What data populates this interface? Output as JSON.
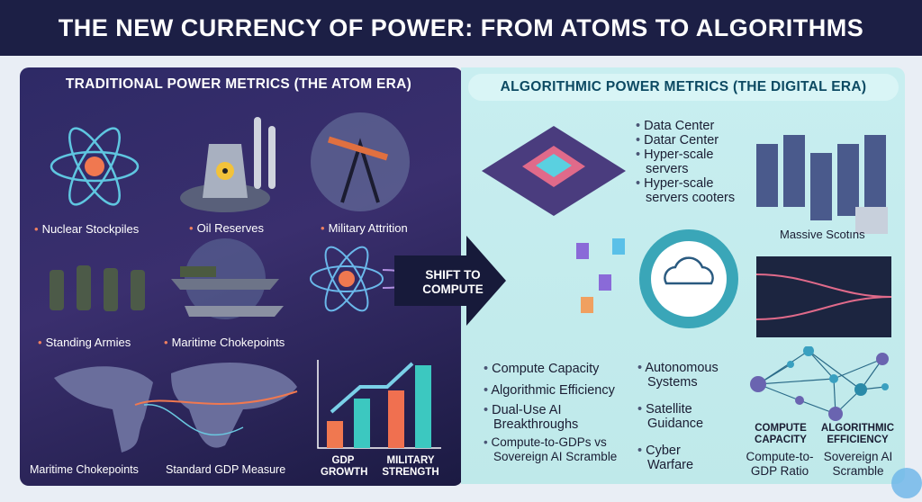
{
  "header": {
    "title": "THE NEW CURRENCY OF POWER: FROM ATOMS TO ALGORITHMS"
  },
  "left": {
    "heading": "TRADITIONAL POWER METRICS (THE ATOM ERA)",
    "items": [
      "Nuclear Stockpiles",
      "Oil Reserves",
      "Military Attrition",
      "Standing Armies",
      "Maritime Chokepoints"
    ],
    "map_labels": [
      "Maritime Chokepoints",
      "Standard GDP Measure"
    ],
    "chart_labels": [
      "GDP GROWTH",
      "MILITARY STRENGTH"
    ]
  },
  "arrow": {
    "label": "SHIFT TO COMPUTE"
  },
  "right": {
    "heading": "ALGORITHMIC POWER METRICS (THE DIGITAL ERA)",
    "top_bullets": [
      "Data Center",
      "Datar Center",
      "Hyper-scale servers",
      "Hyper-scale servers cooters"
    ],
    "servers_label": "Massive Scotıns",
    "bullets_col1": [
      "Compute Capacity",
      "Algorithmic Efficiency",
      "Dual-Use AI Breakthroughs",
      "Compute-to-GDPs vs Sovereign AI Scramble"
    ],
    "bullets_col2": [
      "Autonomous Systems",
      "Satellite Guidance",
      "Cyber Warfare"
    ],
    "network_captions": [
      {
        "title": "COMPUTE CAPACITY",
        "sub": "Compute-to-GDP Ratio"
      },
      {
        "title": "ALGORITHMIC EFFICIENCY",
        "sub": "Sovereign AI Scramble"
      }
    ]
  },
  "colors": {
    "header": "#1c1f45",
    "left_panel": "#2e2a66",
    "right_panel": "#c8eef0",
    "accent_orange": "#f08060",
    "accent_teal": "#3cc8c0"
  }
}
